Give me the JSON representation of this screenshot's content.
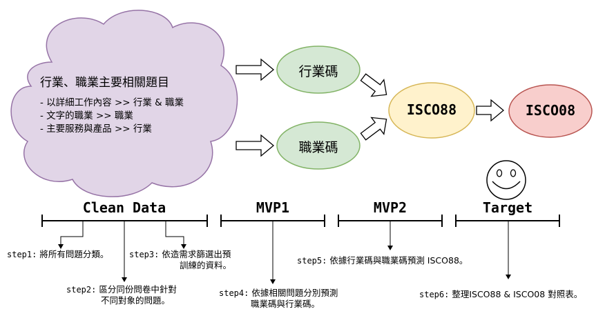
{
  "cloud": {
    "title": "行業、職業主要相關題目",
    "items": [
      "-  以詳細工作內容 >> 行業 & 職業",
      "-  文字的職業 >> 職業",
      "-  主要服務與產品 >> 行業"
    ]
  },
  "nodes": {
    "industry_code": "行業碼",
    "occupation_code": "職業碼",
    "isco88": "ISCO88",
    "isco08": "ISCO08"
  },
  "colors": {
    "cloud_fill": "#e1d5e7",
    "cloud_stroke": "#9673a6",
    "green_fill": "#d5e8d4",
    "green_stroke": "#82b366",
    "yellow_fill": "#fff2cc",
    "yellow_stroke": "#d6b656",
    "red_fill": "#f8cecc",
    "red_stroke": "#b85450"
  },
  "phases": {
    "clean_data": "Clean Data",
    "mvp1": "MVP1",
    "mvp2": "MVP2",
    "target": "Target"
  },
  "steps": {
    "step1": {
      "prefix": "step1:",
      "line1": " 將所有問題分類。"
    },
    "step2": {
      "prefix": "step2:",
      "line1": " 區分同份問卷中針對",
      "line2": "不同對象的問題。"
    },
    "step3": {
      "prefix": "step3:",
      "line1": " 依造需求篩選出預",
      "line2": "訓練的資料。"
    },
    "step4": {
      "prefix": "step4:",
      "line1": " 依據相關問題分別預測",
      "line2": "職業碼與行業碼。"
    },
    "step5": {
      "prefix": "step5:",
      "line1": " 依據行業碼與職業碼預測 ISCO88。"
    },
    "step6": {
      "prefix": "step6:",
      "line1": " 整理ISCO88 & ISCO08 對照表。"
    }
  },
  "icons": {
    "smiley": "smiley-face-icon"
  }
}
